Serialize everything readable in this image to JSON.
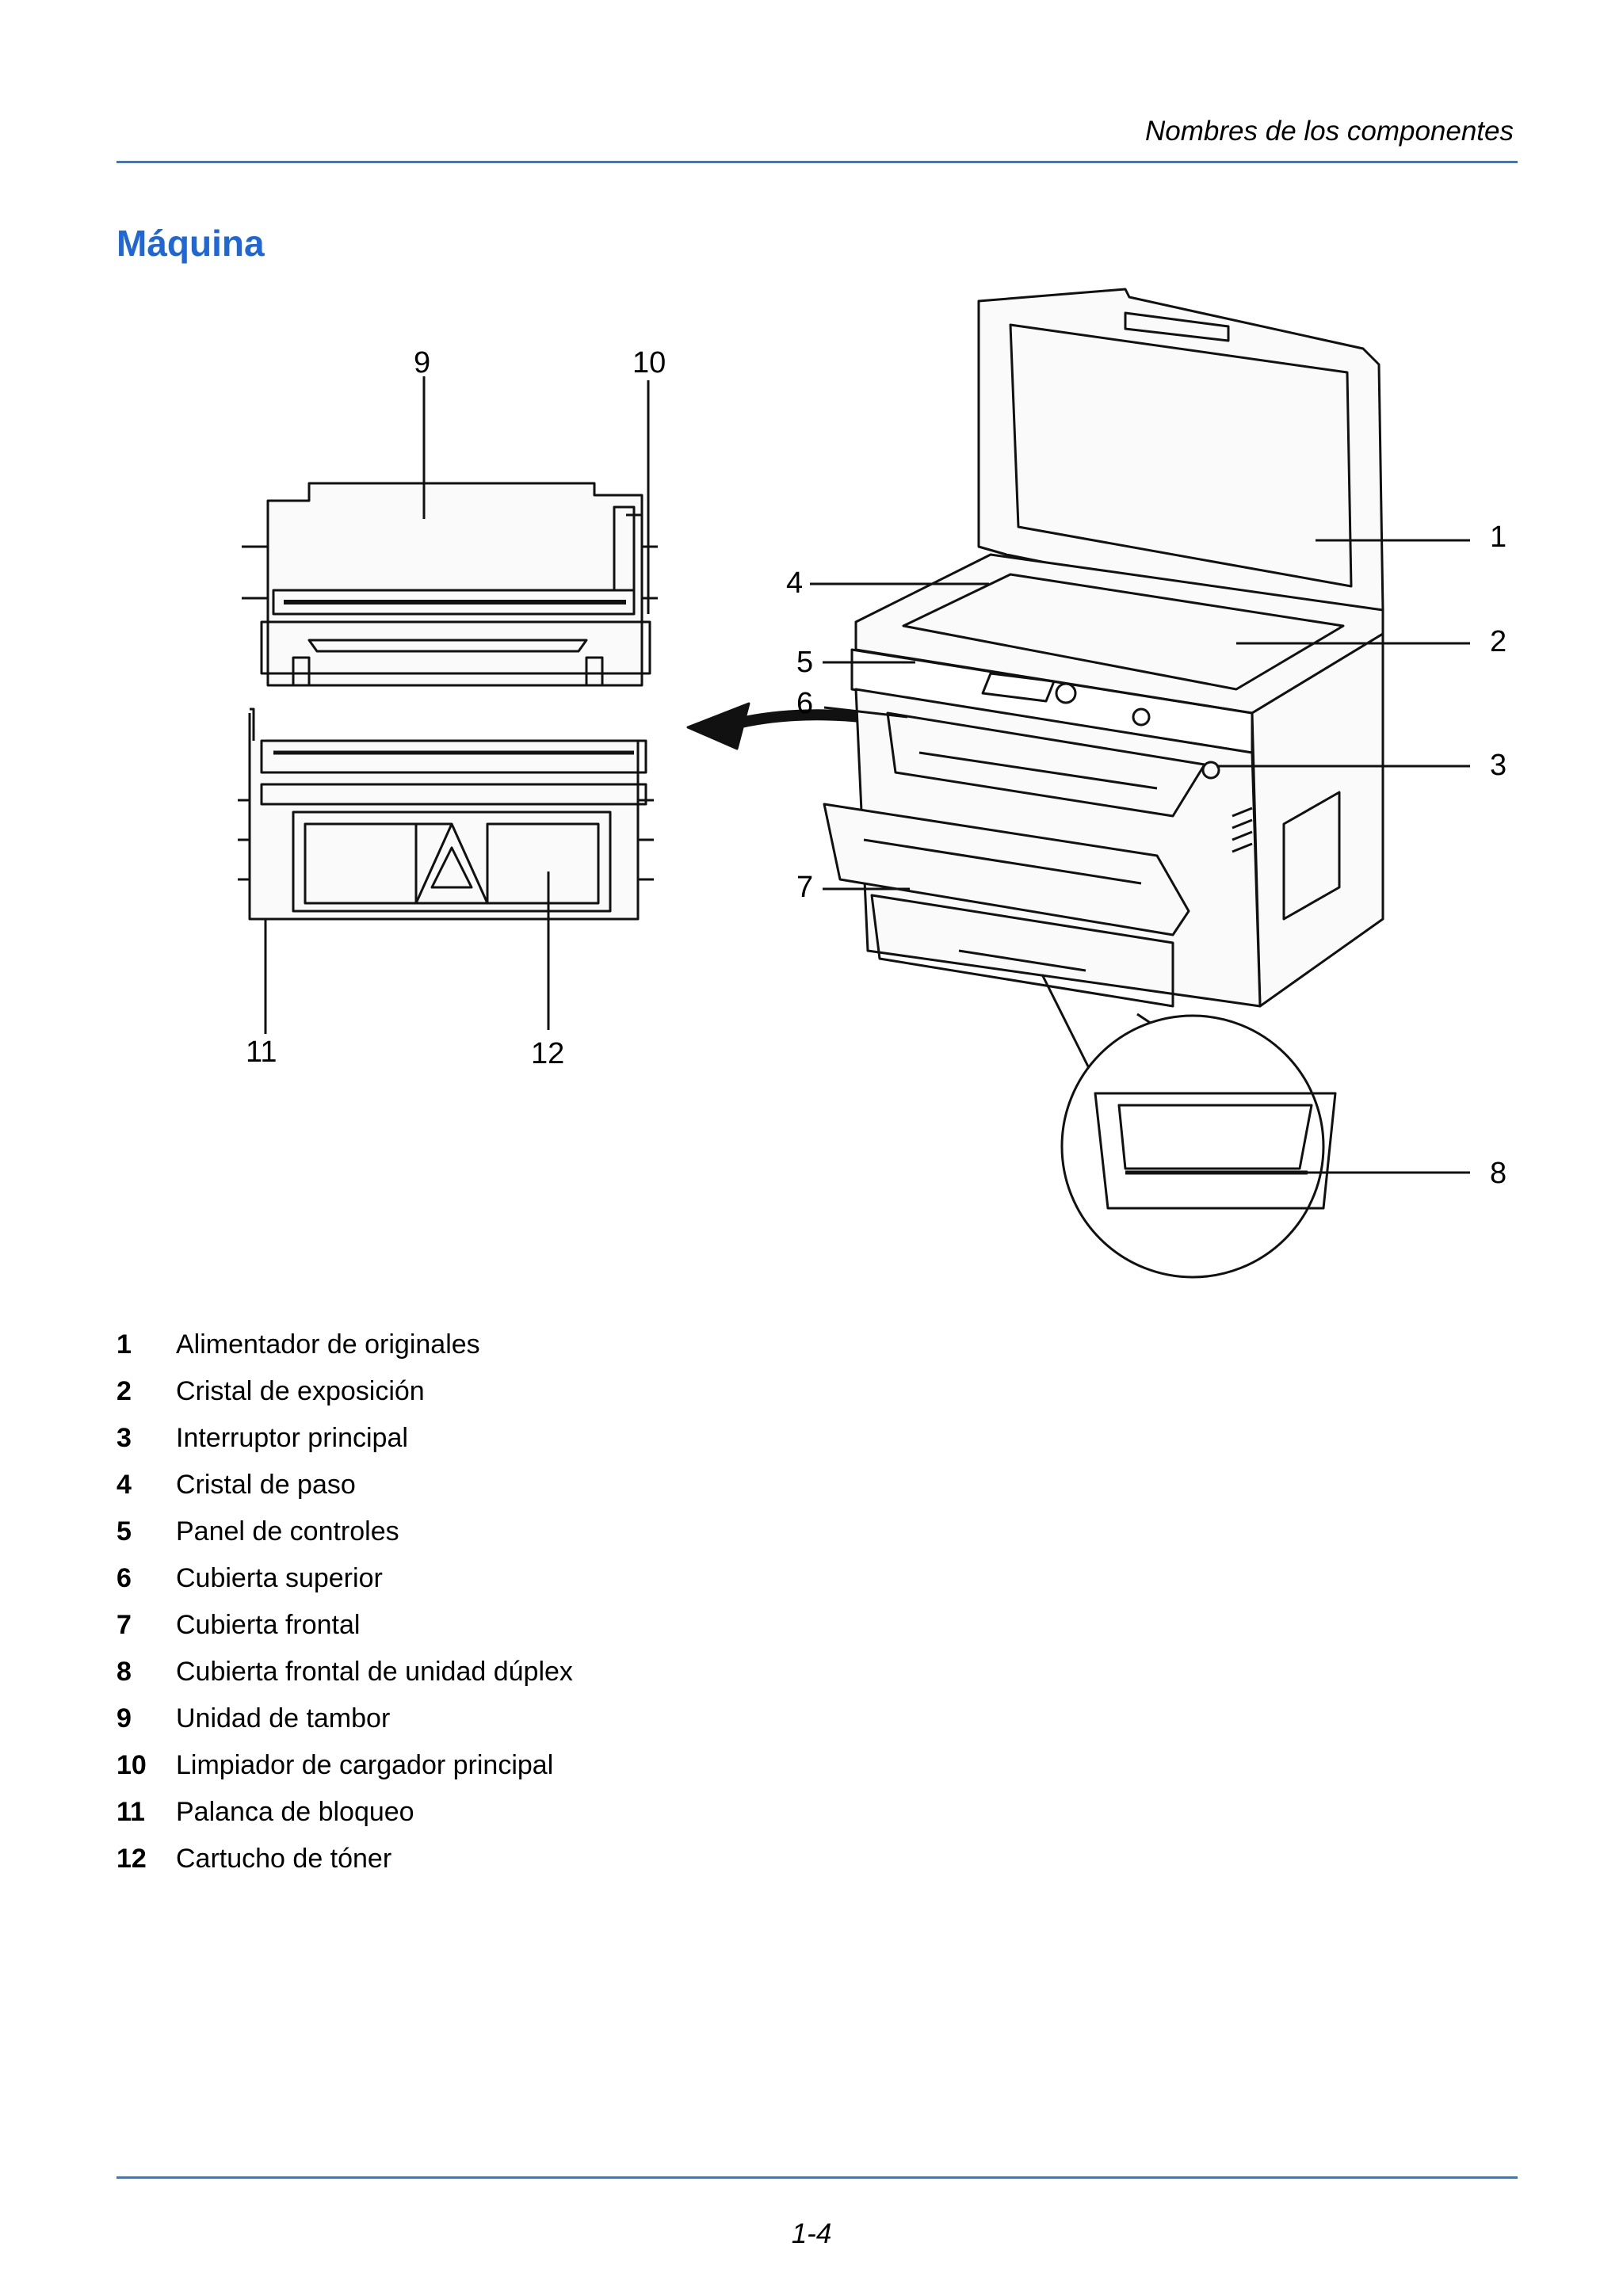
{
  "header": {
    "title": "Nombres de los componentes"
  },
  "section": {
    "title": "Máquina"
  },
  "callouts": [
    "1",
    "2",
    "3",
    "4",
    "5",
    "6",
    "7",
    "8",
    "9",
    "10",
    "11",
    "12"
  ],
  "legend": [
    {
      "num": "1",
      "label": "Alimentador de originales"
    },
    {
      "num": "2",
      "label": "Cristal de exposición"
    },
    {
      "num": "3",
      "label": "Interruptor principal"
    },
    {
      "num": "4",
      "label": "Cristal de paso"
    },
    {
      "num": "5",
      "label": "Panel de controles"
    },
    {
      "num": "6",
      "label": "Cubierta superior"
    },
    {
      "num": "7",
      "label": "Cubierta frontal"
    },
    {
      "num": "8",
      "label": "Cubierta frontal de unidad dúplex"
    },
    {
      "num": "9",
      "label": "Unidad de tambor"
    },
    {
      "num": "10",
      "label": "Limpiador de cargador principal"
    },
    {
      "num": "11",
      "label": "Palanca de bloqueo"
    },
    {
      "num": "12",
      "label": "Cartucho de tóner"
    }
  ],
  "footer": {
    "page": "1-4"
  },
  "colors": {
    "accent": "#1f66d6",
    "rule": "#3b78c4"
  }
}
